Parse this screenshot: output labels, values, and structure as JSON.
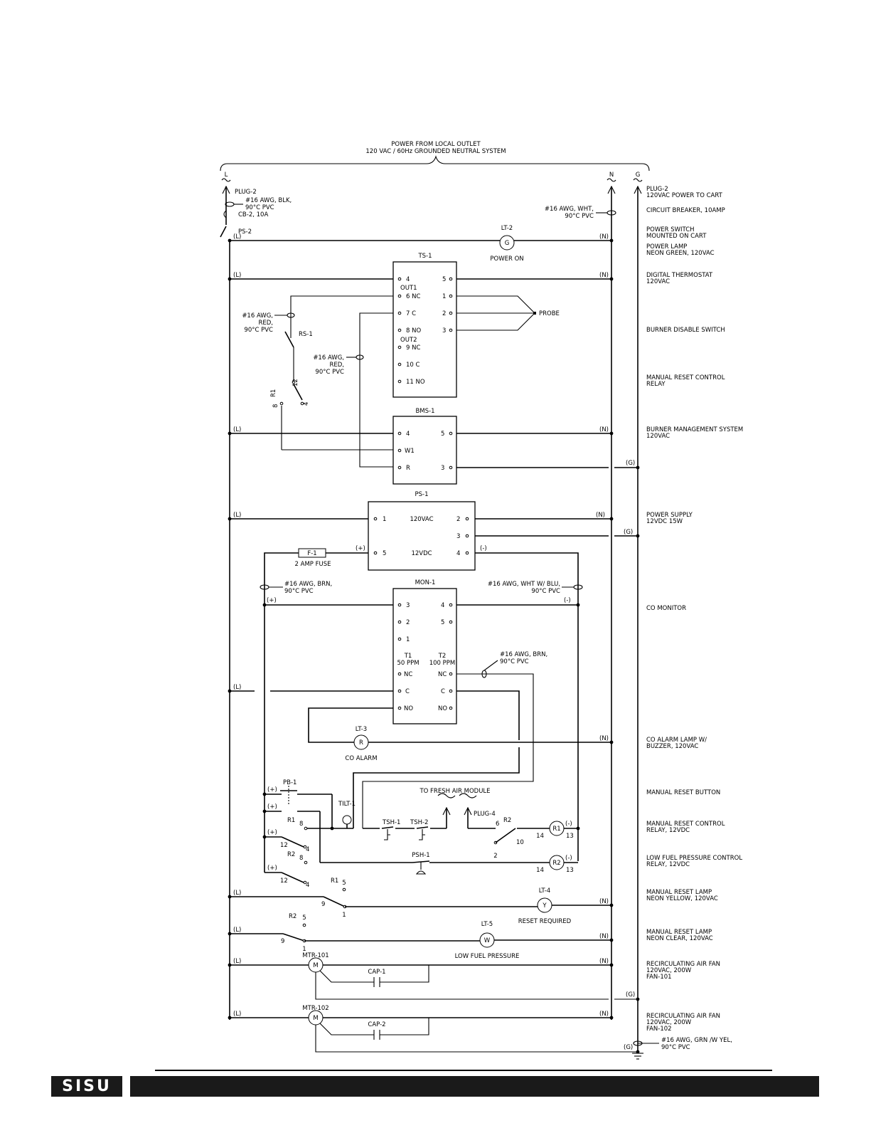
{
  "header": {
    "line1": "POWER FROM LOCAL OUTLET",
    "line2": "120 VAC / 60Hz GROUNDED NEUTRAL SYSTEM"
  },
  "buses": {
    "l": "L",
    "n": "N",
    "g": "G"
  },
  "markers": {
    "l": "(L)",
    "n": "(N)",
    "g": "(G)",
    "plus": "(+)",
    "minus": "(-)"
  },
  "labels": {
    "plug2": "PLUG-2",
    "wire_blk": [
      "#16 AWG, BLK,",
      "90°C PVC"
    ],
    "cb2": "CB-2, 10A",
    "ps2": "PS-2",
    "wire_wht": [
      "#16 AWG, WHT,",
      "90°C PVC"
    ],
    "lt2": "LT-2",
    "lt2_letter": "G",
    "lt2_name": "POWER ON",
    "ts1": "TS-1",
    "ts1_left": [
      "4",
      "6  NC",
      "7  C",
      "8  NO",
      "9  NC",
      "10  C",
      "11  NO"
    ],
    "ts1_out1": "OUT1",
    "ts1_out2": "OUT2",
    "ts1_right": [
      "5",
      "1",
      "2",
      "3"
    ],
    "probe": "PROBE",
    "wire_red1": [
      "#16 AWG,",
      "RED,",
      "90°C PVC"
    ],
    "rs1": "RS-1",
    "wire_red2": [
      "#16 AWG,",
      "RED,",
      "90°C PVC"
    ],
    "r1_rot": "R1",
    "n12": "12",
    "n8": "8",
    "n4": "4",
    "bms1": "BMS-1",
    "bms_left": [
      "4",
      "W1",
      "R"
    ],
    "bms_right": [
      "5",
      "3"
    ],
    "ps1": "PS-1",
    "ps1_pins": [
      "1",
      "120VAC",
      "2",
      "3",
      "5",
      "12VDC",
      "4"
    ],
    "f1": "F-1",
    "fuse": "2 AMP FUSE",
    "wire_brn": [
      "#16 AWG, BRN,",
      "90°C PVC"
    ],
    "wire_whtblu": [
      "#16 AWG, WHT W/ BLU,",
      "90°C PVC"
    ],
    "mon1": "MON-1",
    "mon_left": [
      "3",
      "2",
      "1",
      "NC",
      "C",
      "NO"
    ],
    "mon_right": [
      "4",
      "5",
      "NC",
      "C",
      "NO"
    ],
    "t1": [
      "T1",
      "50 PPM"
    ],
    "t2": [
      "T2",
      "100 PPM"
    ],
    "wire_brn2": [
      "#16 AWG, BRN,",
      "90°C PVC"
    ],
    "lt3": "LT-3",
    "lt3_letter": "R",
    "lt3_name": "CO ALARM",
    "pb1": "PB-1",
    "tilt1": "TILT-1",
    "fresh": "TO FRESH AIR MODULE",
    "plug4": "PLUG-4",
    "tsh1": "TSH-1",
    "tsh2": "TSH-2",
    "r1": "R1",
    "r2": "R2",
    "psh1": "PSH-1",
    "coil_r1": "R1",
    "coil_r2": "R2",
    "n14": "14",
    "n13": "13",
    "n6": "6",
    "n10": "10",
    "n2": "2",
    "n5": "5",
    "n9": "9",
    "n1": "1",
    "lt4": "LT-4",
    "lt4_letter": "Y",
    "lt4_name": "RESET REQUIRED",
    "lt5": "LT-5",
    "lt5_letter": "W",
    "lt5_name": "LOW FUEL PRESSURE",
    "mtr101": "MTR-101",
    "mtr102": "MTR-102",
    "m": "M",
    "cap1": "CAP-1",
    "cap2": "CAP-2",
    "wire_grn": [
      "#16 AWG, GRN /W YEL,",
      "90°C PVC"
    ]
  },
  "descriptions": [
    [
      "PLUG-2",
      "120VAC POWER TO CART"
    ],
    [
      "CIRCUIT BREAKER, 10AMP"
    ],
    [
      "POWER SWITCH",
      "MOUNTED ON CART"
    ],
    [
      "POWER LAMP",
      "NEON GREEN, 120VAC"
    ],
    [
      "DIGITAL THERMOSTAT",
      "120VAC"
    ],
    [
      "BURNER DISABLE SWITCH"
    ],
    [
      "MANUAL RESET CONTROL",
      "RELAY"
    ],
    [
      "BURNER MANAGEMENT SYSTEM",
      "120VAC"
    ],
    [
      "POWER SUPPLY",
      "12VDC 15W"
    ],
    [
      "CO MONITOR"
    ],
    [
      "CO ALARM LAMP W/",
      "BUZZER, 120VAC"
    ],
    [
      "MANUAL RESET BUTTON"
    ],
    [
      "MANUAL RESET CONTROL",
      "RELAY, 12VDC"
    ],
    [
      "LOW FUEL PRESSURE CONTROL",
      "RELAY, 12VDC"
    ],
    [
      "MANUAL RESET LAMP",
      "NEON YELLOW, 120VAC"
    ],
    [
      "MANUAL RESET LAMP",
      "NEON CLEAR, 120VAC"
    ],
    [
      "RECIRCULATING AIR FAN",
      "120VAC, 200W",
      "FAN-101"
    ],
    [
      "RECIRCULATING AIR FAN",
      "120VAC, 200W",
      "FAN-102"
    ]
  ],
  "footer": {
    "logo": "SISU"
  }
}
